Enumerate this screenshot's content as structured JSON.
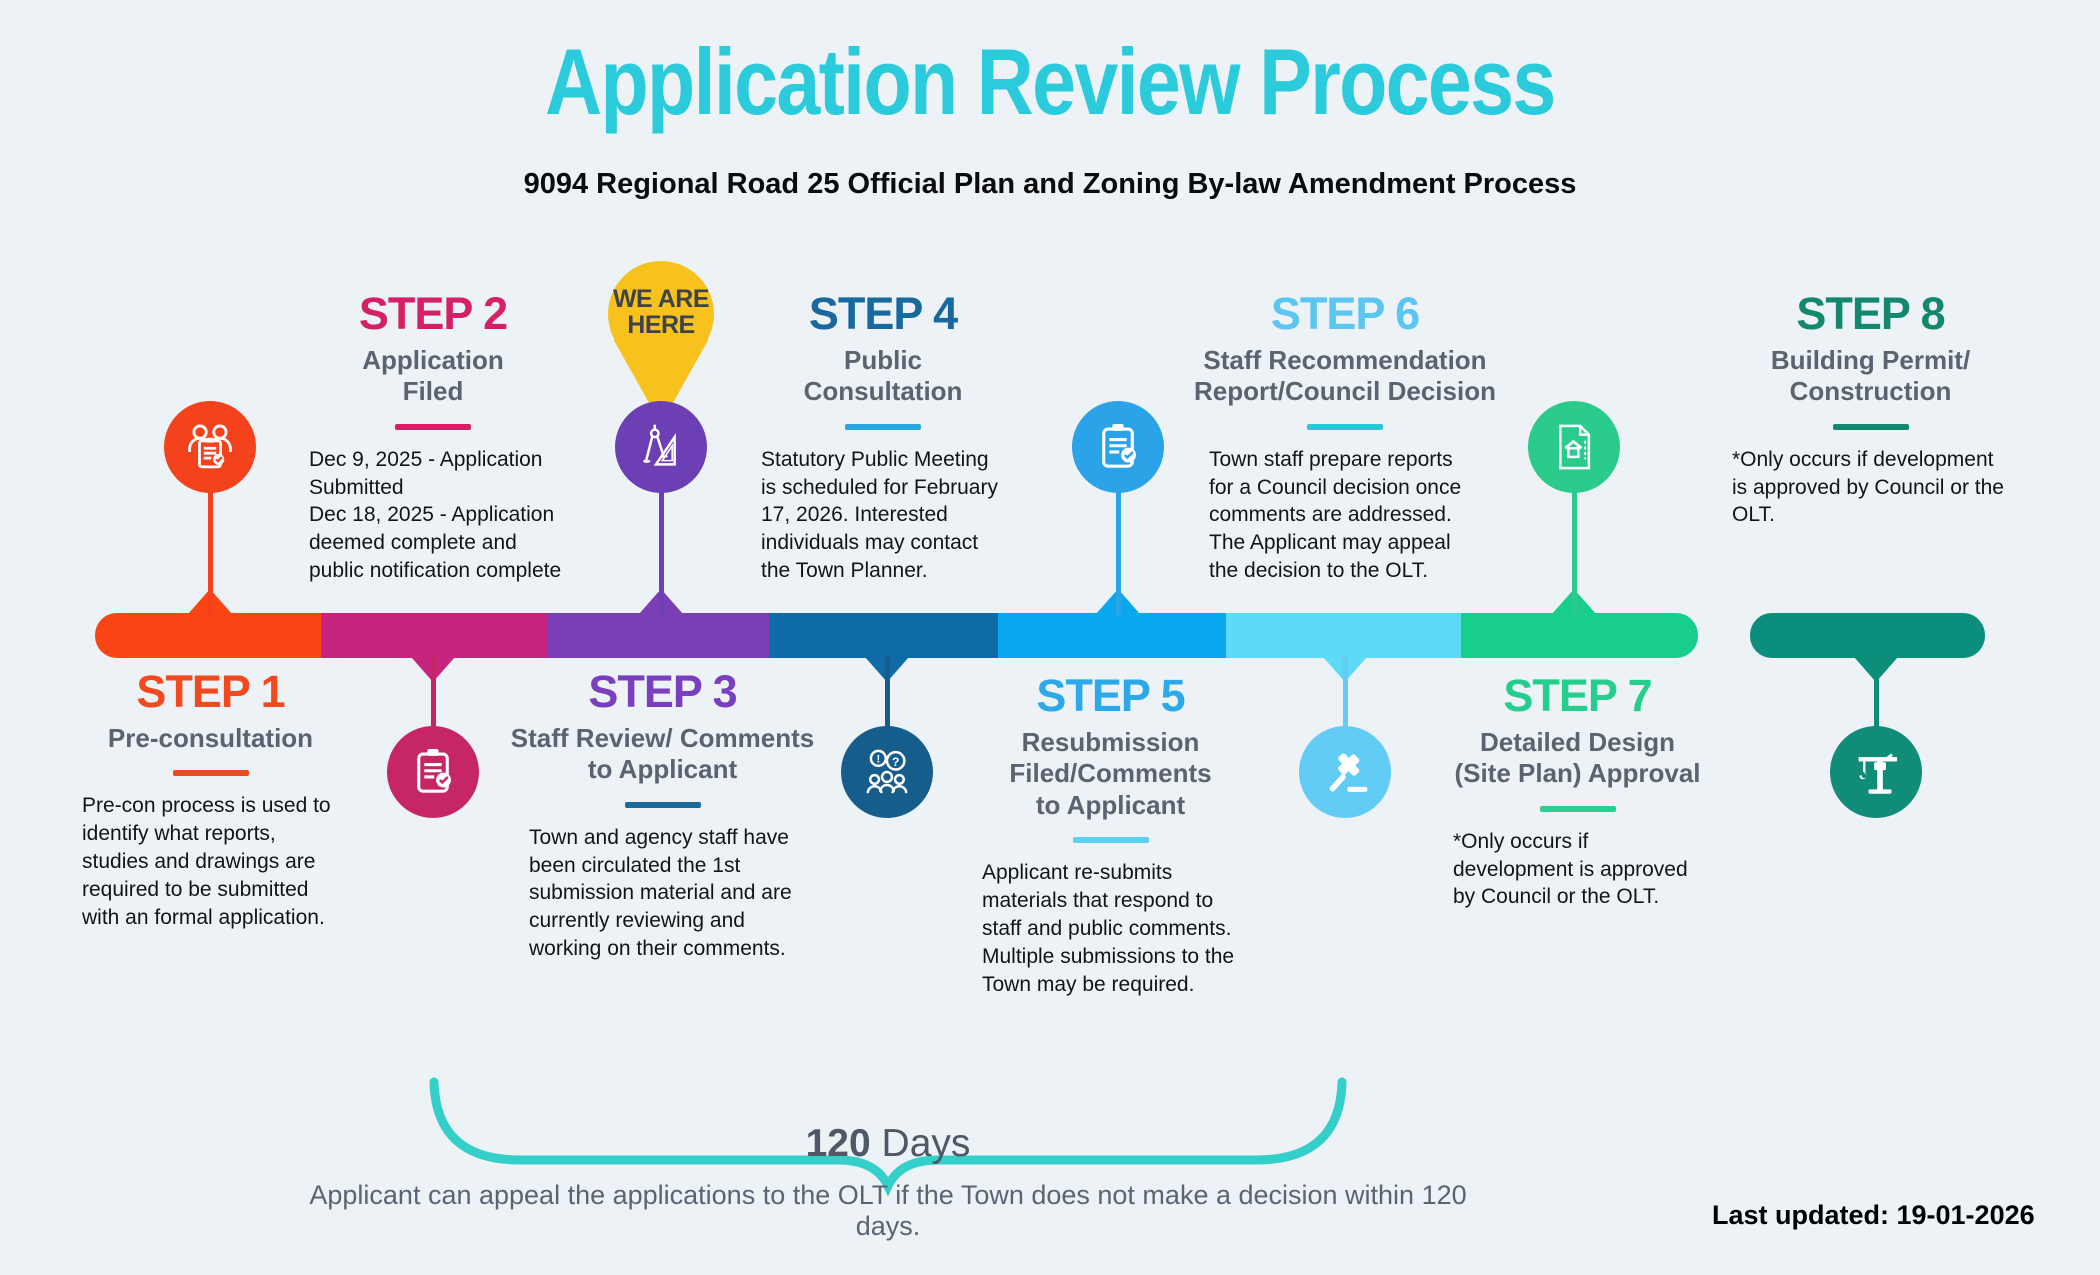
{
  "title": "Application Review Process",
  "subtitle": "9094 Regional Road 25 Official Plan and Zoning By-law Amendment Process",
  "marker": {
    "label": "WE ARE\nHERE"
  },
  "steps": [
    {
      "label": "STEP 1",
      "title": "Pre-consultation",
      "body": "Pre-con process is used to\nidentify what reports,\nstudies and drawings are\nrequired to be submitted\nwith an formal application.",
      "color": "#F2491F",
      "divider_color": "#F2491F",
      "icon": "people-meeting-clipboard-icon",
      "icon_position": "above-line",
      "text_position": "below-line"
    },
    {
      "label": "STEP 2",
      "title": "Application\nFiled",
      "body": "Dec 9, 2025 - Application\nSubmitted\nDec 18, 2025 - Application\ndeemed complete and\npublic notification complete",
      "color": "#D42165",
      "divider_color": "#D42165",
      "icon": "clipboard-check-icon",
      "icon_position": "below-line",
      "text_position": "above-line"
    },
    {
      "label": "STEP 3",
      "title": "Staff Review/ Comments\nto Applicant",
      "body": "Town and agency staff have\nbeen circulated the 1st\nsubmission material and are\ncurrently reviewing and\nworking on their comments.",
      "color": "#7A3FBE",
      "divider_color": "#1B6A9C",
      "icon": "drafting-compass-set-square-icon",
      "icon_position": "above-line",
      "text_position": "below-line"
    },
    {
      "label": "STEP 4",
      "title": "Public\nConsultation",
      "body": "Statutory Public Meeting\nis scheduled for February\n17, 2026. Interested\nindividuals may contact\nthe Town Planner.",
      "color": "#18699E",
      "divider_color": "#2AA6DF",
      "icon": "people-discussion-icon",
      "icon_position": "below-line",
      "text_position": "above-line"
    },
    {
      "label": "STEP 5",
      "title": "Resubmission\nFiled/Comments\nto Applicant",
      "body": "Applicant re-submits\nmaterials that respond to\nstaff and public comments.\nMultiple submissions to the\nTown may be required.",
      "color": "#2BA9E8",
      "divider_color": "#5BD0F2",
      "icon": "clipboard-check-icon",
      "icon_position": "above-line",
      "text_position": "below-line"
    },
    {
      "label": "STEP 6",
      "title": "Staff Recommendation\nReport/Council Decision",
      "body": "Town staff prepare reports\nfor a Council decision once\ncomments are addressed.\nThe Applicant may appeal\nthe decision to the OLT.",
      "color": "#5BC6F2",
      "divider_color": "#2EC6D6",
      "icon": "gavel-icon",
      "icon_position": "below-line",
      "text_position": "above-line"
    },
    {
      "label": "STEP 7",
      "title": "Detailed Design\n(Site Plan) Approval",
      "body": "*Only occurs if\ndevelopment is approved\nby Council or the OLT.",
      "color": "#26CE8D",
      "divider_color": "#2BCE8E",
      "icon": "site-plan-document-icon",
      "icon_position": "above-line",
      "text_position": "below-line"
    },
    {
      "label": "STEP 8",
      "title": "Building Permit/\nConstruction",
      "body": "*Only occurs if development\nis approved by Council or the\nOLT.",
      "color": "#13886E",
      "divider_color": "#13886E",
      "icon": "construction-crane-icon",
      "icon_position": "below-line",
      "text_position": "above-line"
    }
  ],
  "timeline": {
    "segment_colors": [
      "#FA4616",
      "#C6257E",
      "#7A3FB7",
      "#0E6BA8",
      "#09A7EE",
      "#5ED9F6",
      "#17CE8D",
      "#0B8E7B"
    ],
    "icon_circle_colors": [
      "#F4431C",
      "#C62566",
      "#6C3FB4",
      "#155E8C",
      "#2BA3E8",
      "#63CCF5",
      "#2BCB8C",
      "#0F8D79"
    ]
  },
  "footer": {
    "duration_value": "120",
    "duration_unit": " Days",
    "note": "Applicant can appeal the applications to the OLT if the Town does not make a decision within 120 days.",
    "last_updated": "Last updated: 19-01-2026"
  },
  "colors": {
    "background": "#EDF2F7",
    "title": "#2BCBDC",
    "step_title_gray": "#5A6370",
    "body_text": "#141414",
    "brace": "#35CFC9",
    "marker_background": "#F7C21E",
    "marker_text": "#3E4349"
  }
}
